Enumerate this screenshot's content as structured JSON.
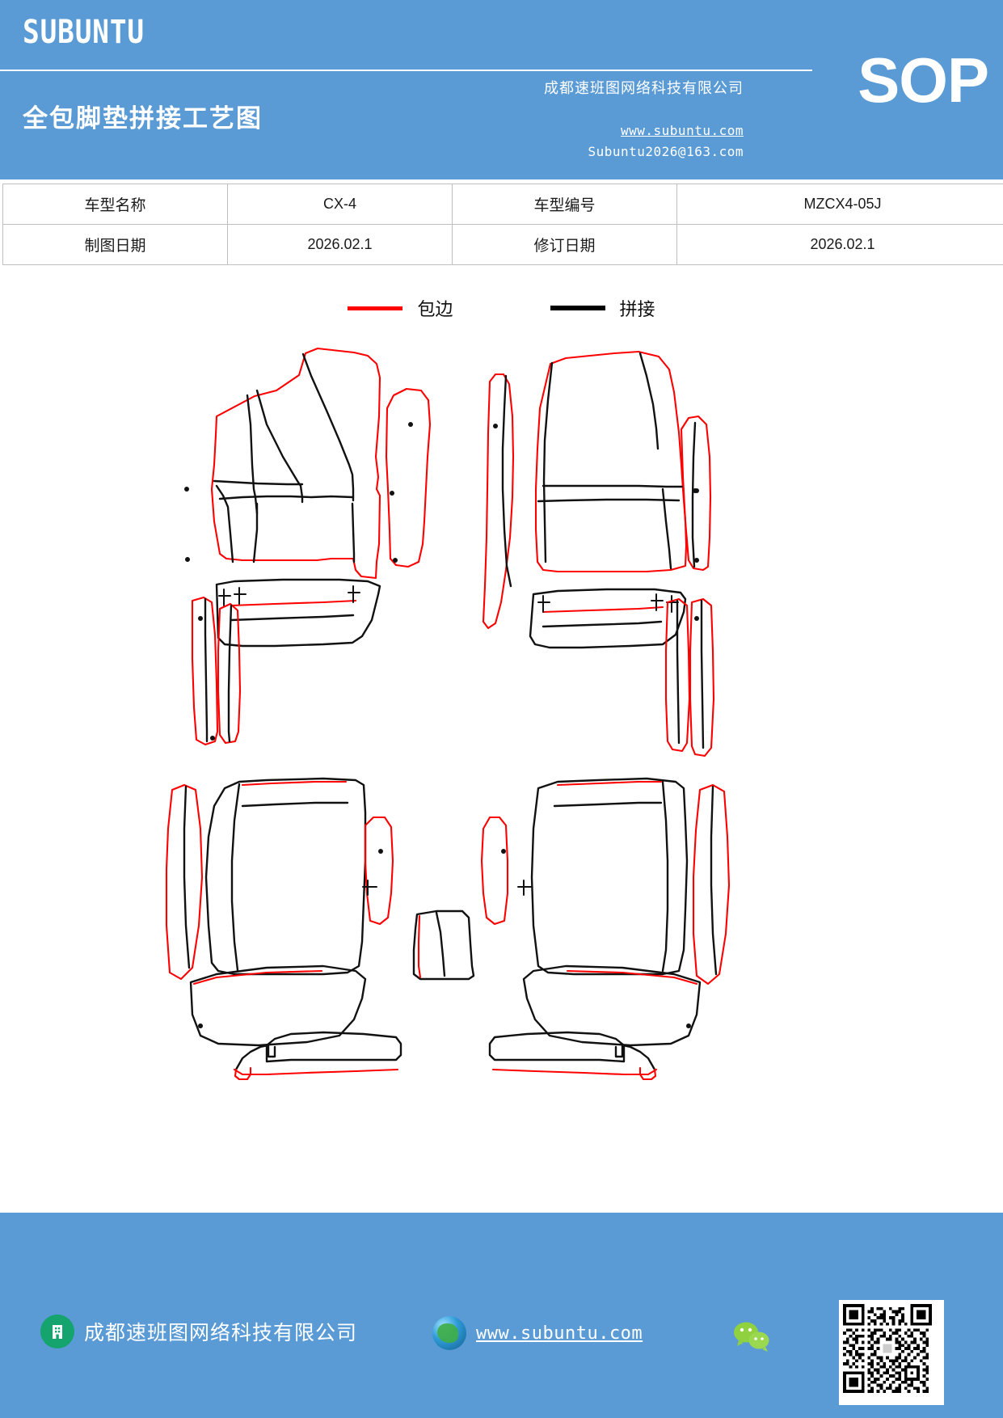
{
  "header": {
    "brand": "SUBUNTU",
    "doc_title": "全包脚垫拼接工艺图",
    "company": "成都速班图网络科技有限公司",
    "website": "www.subuntu.com",
    "email": "Subuntu2026@163.com",
    "badge": "SOP",
    "bg_color": "#5b9bd5"
  },
  "info_table": {
    "rows": [
      {
        "label1": "车型名称",
        "value1": "CX-4",
        "label2": "车型编号",
        "value2": "MZCX4-05J"
      },
      {
        "label1": "制图日期",
        "value1": "2026.02.1",
        "label2": "修订日期",
        "value2": "2026.02.1"
      }
    ]
  },
  "legend": {
    "items": [
      {
        "label": "包边",
        "color": "#ff0000",
        "meaning": "edge-binding"
      },
      {
        "label": "拼接",
        "color": "#000000",
        "meaning": "seam-splice"
      }
    ]
  },
  "drawing": {
    "description": "全包脚垫拼接工艺图 — CX-4 全车脚垫裁片排版图",
    "line_types": {
      "binding": "#ff0000",
      "splice": "#000000"
    },
    "piece_groups": [
      "front-left-footwell",
      "front-right-footwell",
      "front-left-sill",
      "front-right-sill",
      "rear-left-footwell",
      "rear-right-footwell",
      "rear-center-tunnel",
      "rear-left-seatback",
      "rear-right-seatback"
    ]
  },
  "footer": {
    "company": "成都速班图网络科技有限公司",
    "website": "www.subuntu.com",
    "bg_color": "#5b9bd5"
  }
}
